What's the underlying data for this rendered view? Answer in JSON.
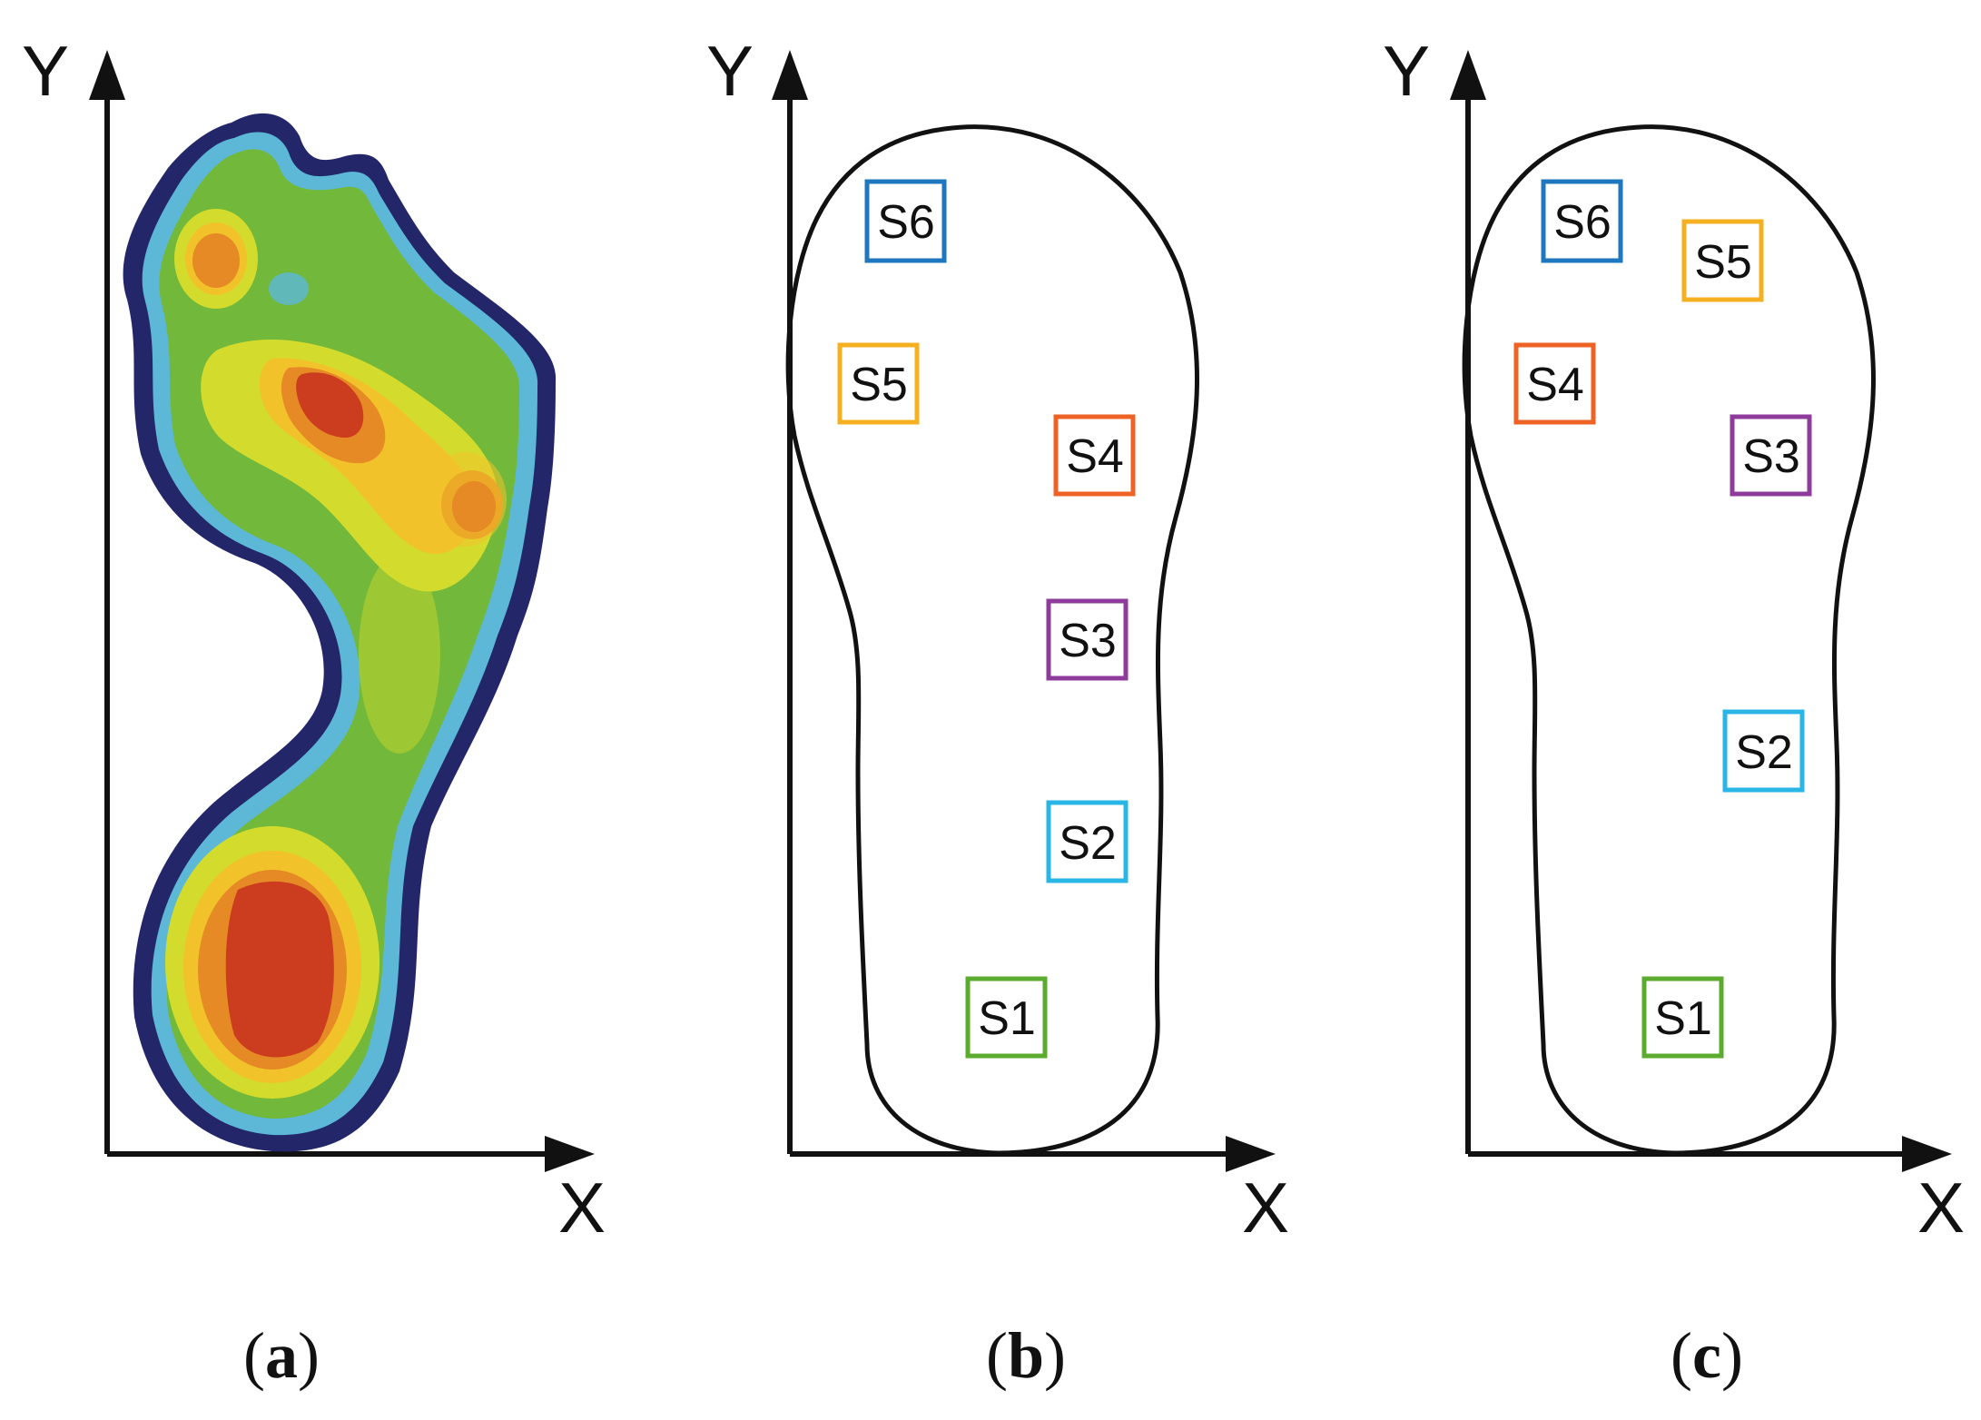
{
  "axes": {
    "x_label": "X",
    "y_label": "Y"
  },
  "panels": [
    {
      "id": "a",
      "label_open": "(",
      "label_letter": "a",
      "label_close": ")"
    },
    {
      "id": "b",
      "label_open": "(",
      "label_letter": "b",
      "label_close": ")"
    },
    {
      "id": "c",
      "label_open": "(",
      "label_letter": "c",
      "label_close": ")"
    }
  ],
  "sensors_b": [
    {
      "label": "S1",
      "color": "#5aab2e"
    },
    {
      "label": "S2",
      "color": "#29b6e6"
    },
    {
      "label": "S3",
      "color": "#8e3b9c"
    },
    {
      "label": "S4",
      "color": "#ee6226"
    },
    {
      "label": "S5",
      "color": "#f5b022"
    },
    {
      "label": "S6",
      "color": "#1f78be"
    }
  ],
  "sensors_c": [
    {
      "label": "S1",
      "color": "#5aab2e"
    },
    {
      "label": "S2",
      "color": "#29b6e6"
    },
    {
      "label": "S3",
      "color": "#8e3b9c"
    },
    {
      "label": "S4",
      "color": "#ee6226"
    },
    {
      "label": "S5",
      "color": "#f5b022"
    },
    {
      "label": "S6",
      "color": "#1f78be"
    }
  ],
  "heatmap_colors": {
    "outline": "#23276a",
    "edge": "#5db8d8",
    "low": "#72b83b",
    "mid": "#d3dc2d",
    "high": "#f1c22a",
    "higher": "#e58a24",
    "peak": "#cc3c1e"
  }
}
